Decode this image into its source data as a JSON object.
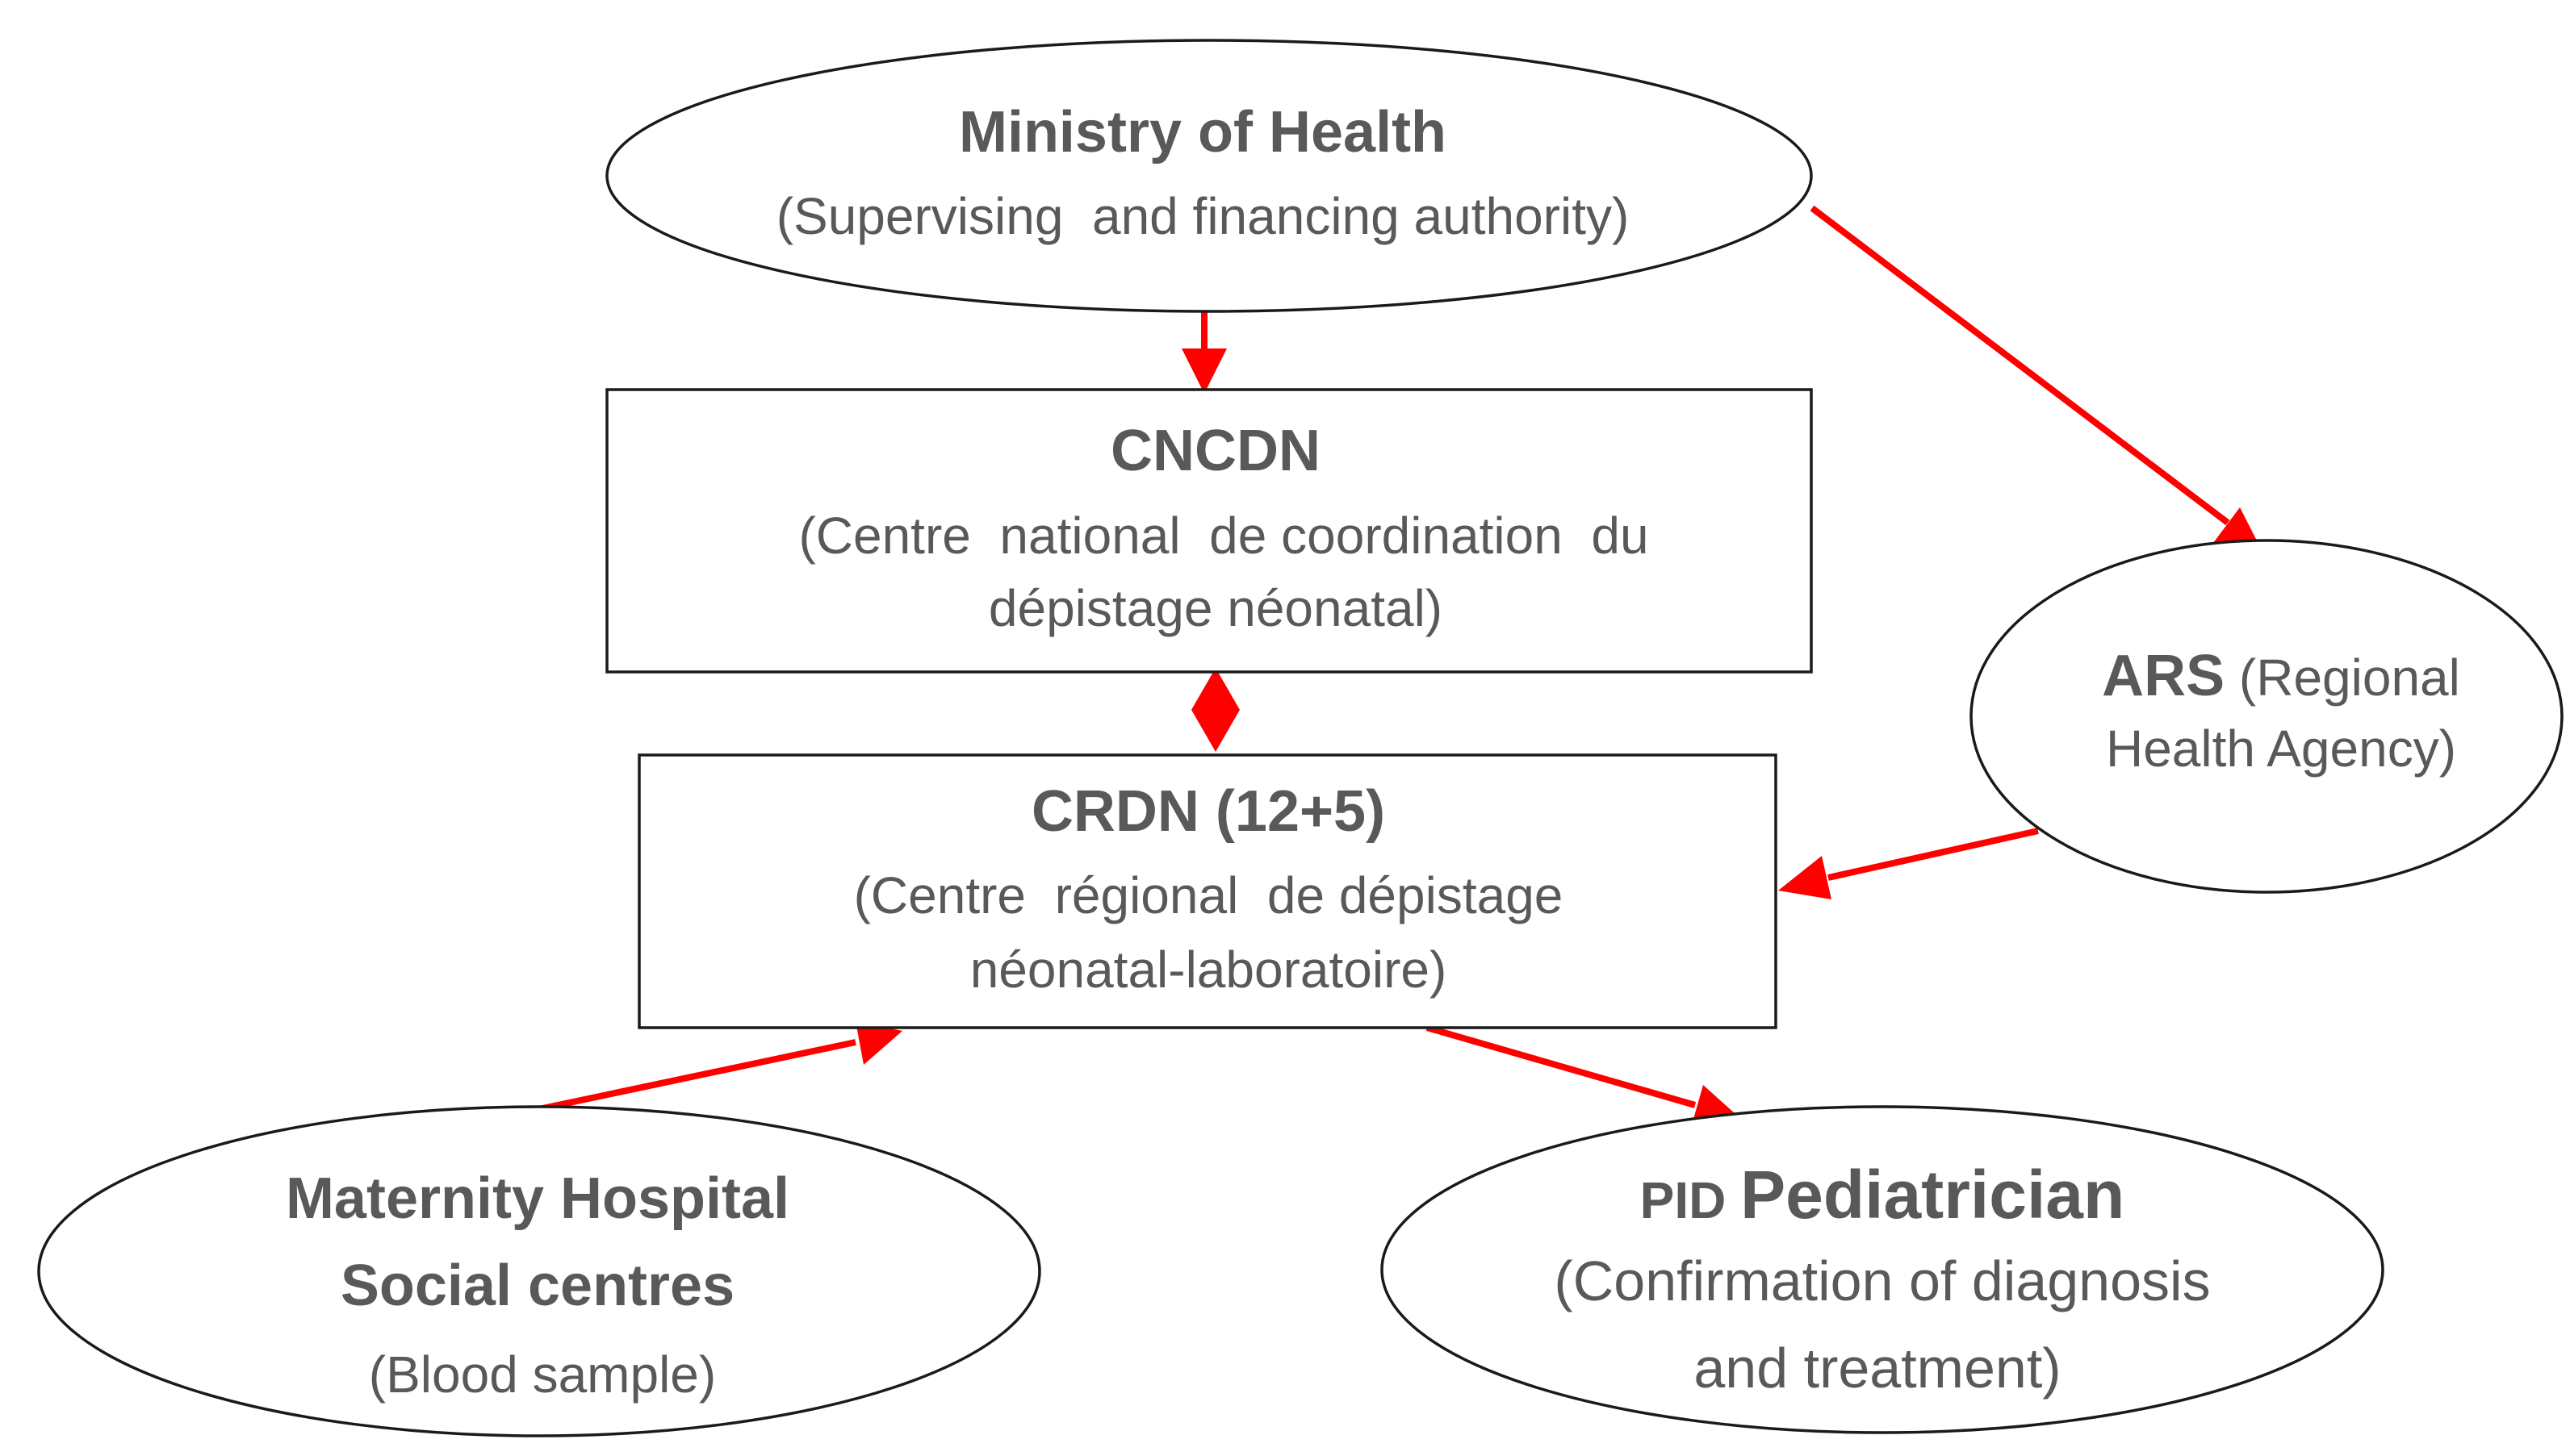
{
  "colors": {
    "text": "#595959",
    "arrow": "#ff0000",
    "border": "#1a1a1a",
    "background": "#ffffff"
  },
  "nodes": {
    "ministry": {
      "title": "Ministry of Health",
      "subtitle": "(Supervising  and financing authority)"
    },
    "cncdn": {
      "title": "CNCDN",
      "line1": "(Centre  national  de coordination  du",
      "line2": "dépistage néonatal)"
    },
    "crdn": {
      "title": "CRDN (12+5)",
      "line1": "(Centre  régional  de dépistage",
      "line2": "néonatal-laboratoire)"
    },
    "ars": {
      "title": "ARS",
      "title_rest": " (Regional",
      "line2": "Health Agency)"
    },
    "maternity": {
      "line1": "Maternity Hospital",
      "line2": "Social centres",
      "line3": "(Blood sample)"
    },
    "pid": {
      "title_small": "PID ",
      "title_large": "Pediatrician",
      "line2": "(Confirmation of diagnosis",
      "line3": "and treatment)"
    }
  }
}
